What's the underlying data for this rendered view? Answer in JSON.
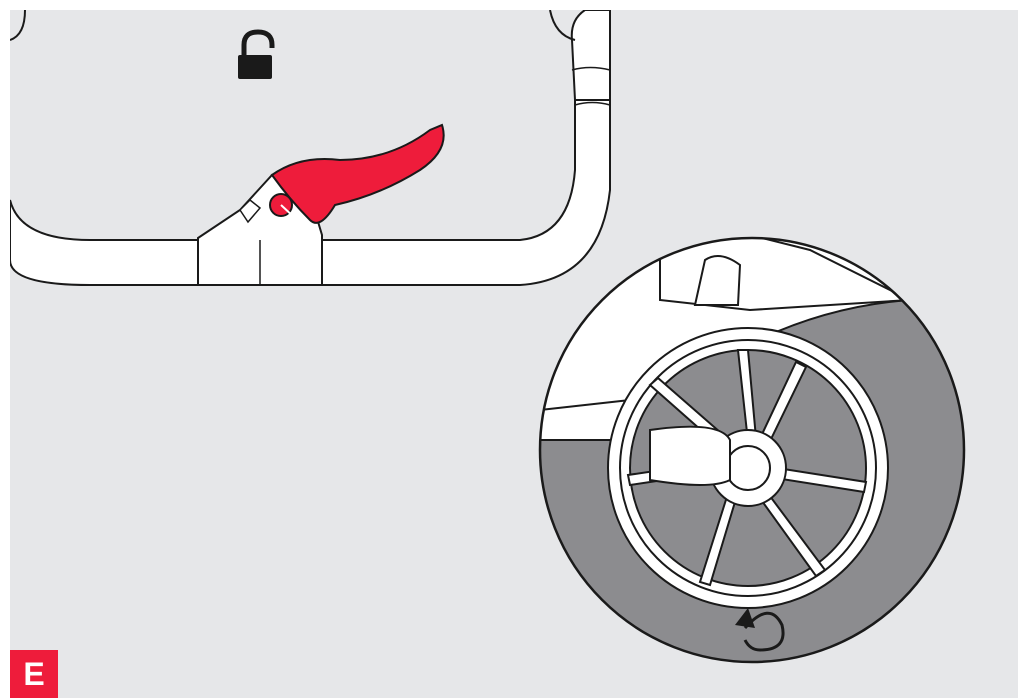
{
  "figure": {
    "step_label": "E",
    "colors": {
      "background": "#e6e7e9",
      "highlight_red": "#ee1c3b",
      "outline": "#1a1a1a",
      "tire_gray": "#8c8c8f",
      "frame_white": "#ffffff"
    },
    "icons": [
      "unlocked-padlock-icon",
      "rotation-arrow-icon"
    ],
    "parts": [
      "stroller-handlebar",
      "brake-lever",
      "brake-housing",
      "rear-wheel-detail"
    ]
  }
}
